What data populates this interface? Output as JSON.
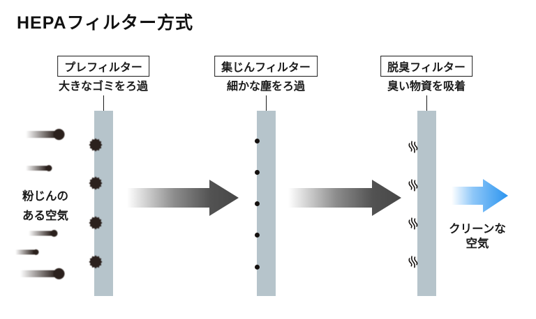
{
  "title": "HEPAフィルター方式",
  "filters": [
    {
      "label": "プレフィルター",
      "desc": "大きなゴミをろ過"
    },
    {
      "label": "集じんフィルター",
      "desc": "細かな塵をろ過"
    },
    {
      "label": "脱臭フィルター",
      "desc": "臭い物資を吸着"
    }
  ],
  "input_air": {
    "line1": "粉じんの",
    "line2": "ある空気"
  },
  "output_air": {
    "line1": "クリーンな",
    "line2": "空気"
  },
  "icons": {
    "dust_particle": "spiky-circle",
    "fine_dust_dot": "small-dot",
    "odor_mark": "wavy-steam-lines",
    "dirty_flow_arrow": "gradient-right-arrow-dark",
    "clean_flow_arrow": "gradient-right-arrow-blue",
    "comet_particle": "circle-with-fading-trail"
  },
  "colors": {
    "background": "#ffffff",
    "text": "#1a1a1a",
    "filter_bar": "#b6c4cb",
    "dark_arrow": "#474747",
    "blue_arrow": "#2b94ef",
    "particle": "#2b211d"
  }
}
